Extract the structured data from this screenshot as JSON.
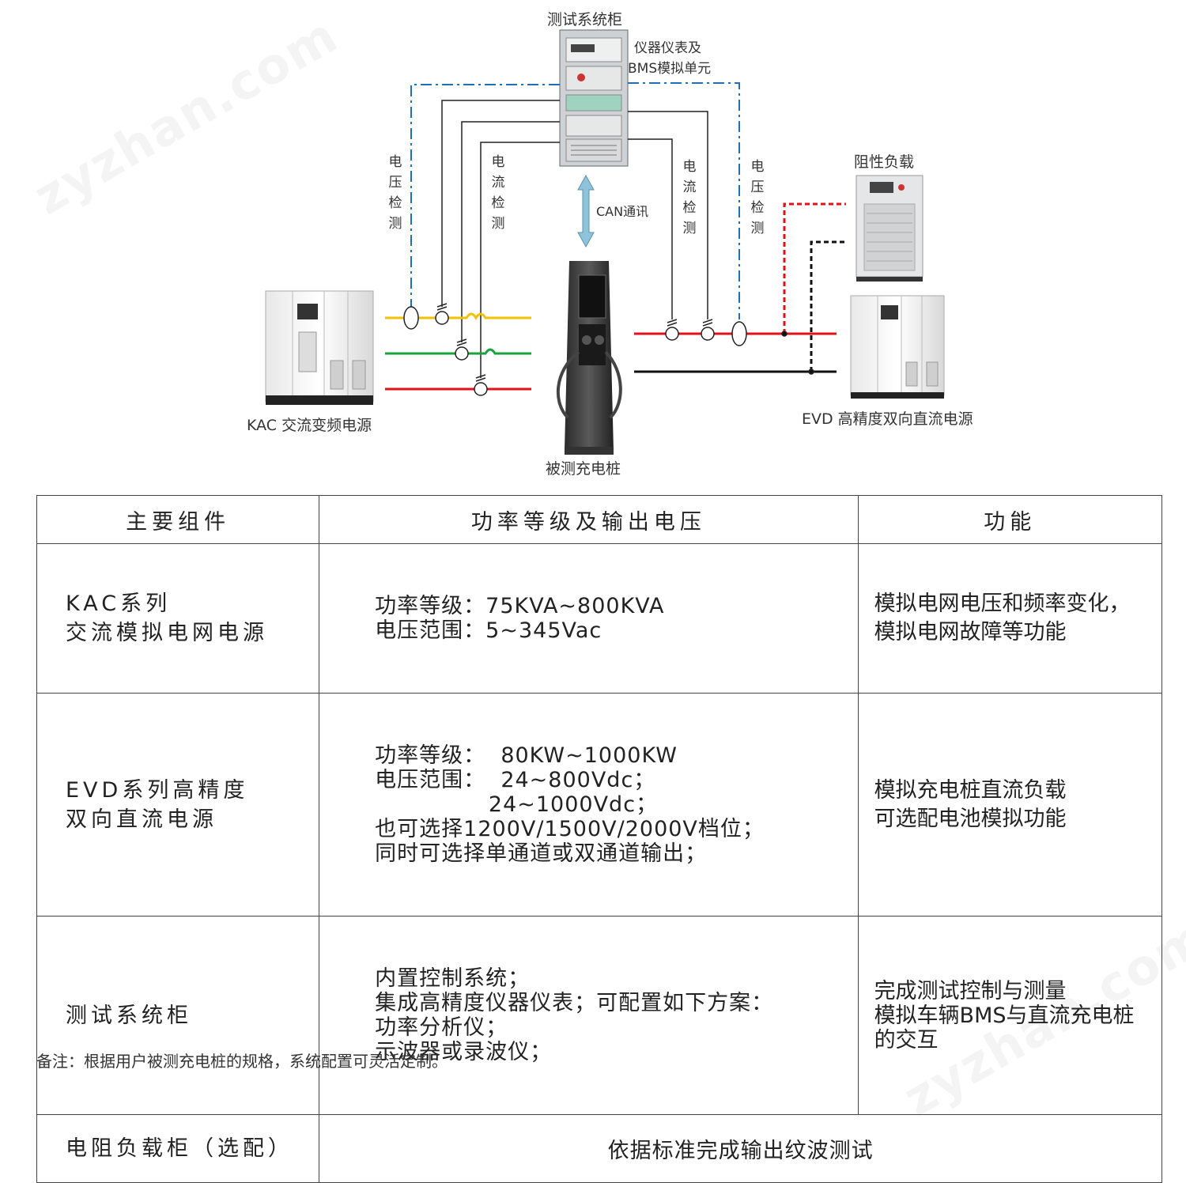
{
  "diagram": {
    "test_cabinet_label": "测试系统柜",
    "instrument_label_1": "仪器仪表及",
    "instrument_label_2": "BMS模拟单元",
    "can_label": "CAN通讯",
    "left_voltage_detect": [
      "电",
      "压",
      "检",
      "测"
    ],
    "left_current_detect": [
      "电",
      "流",
      "检",
      "测"
    ],
    "right_current_detect": [
      "电",
      "流",
      "检",
      "测"
    ],
    "right_voltage_detect": [
      "电",
      "压",
      "检",
      "测"
    ],
    "resistive_load_label": "阻性负载",
    "kac_label": "KAC 交流变频电源",
    "evd_label": "EVD 高精度双向直流电源",
    "charger_label": "被测充电桩",
    "colors": {
      "phase_yellow": "#f2c200",
      "phase_green": "#1aa33a",
      "phase_red": "#e0121a",
      "dc_black": "#111111",
      "signal_blue": "#1f6fbf",
      "can_arrow": "#8fc3d9"
    }
  },
  "table": {
    "headers": [
      "主要组件",
      "功率等级及输出电压",
      "功能"
    ],
    "rows": [
      {
        "component": [
          "KAC系列",
          "交流模拟电网电源"
        ],
        "spec": [
          "功率等级：75KVA~800KVA",
          "电压范围：5~345Vac"
        ],
        "function": [
          "模拟电网电压和频率变化，",
          "模拟电网故障等功能"
        ]
      },
      {
        "component": [
          "EVD系列高精度",
          "双向直流电源"
        ],
        "spec": [
          "功率等级：  80KW~1000KW",
          "电压范围：  24~800Vdc；",
          "               24~1000Vdc；",
          "也可选择1200V/1500V/2000V档位；",
          "同时可选择单通道或双通道输出；"
        ],
        "function": [
          "模拟充电桩直流负载",
          "可选配电池模拟功能"
        ]
      },
      {
        "component": [
          "测试系统柜"
        ],
        "spec": [
          "内置控制系统；",
          "集成高精度仪器仪表；可配置如下方案：",
          "功率分析仪；",
          "示波器或录波仪；"
        ],
        "function": [
          "完成测试控制与测量",
          "模拟车辆BMS与直流充电桩",
          "的交互"
        ]
      },
      {
        "component": [
          "电阻负载柜（选配）"
        ],
        "merged": "依据标准完成输出纹波测试"
      }
    ]
  },
  "note": "备注：根据用户被测充电桩的规格，系统配置可灵活定制。",
  "watermark": "zyzhan.com"
}
